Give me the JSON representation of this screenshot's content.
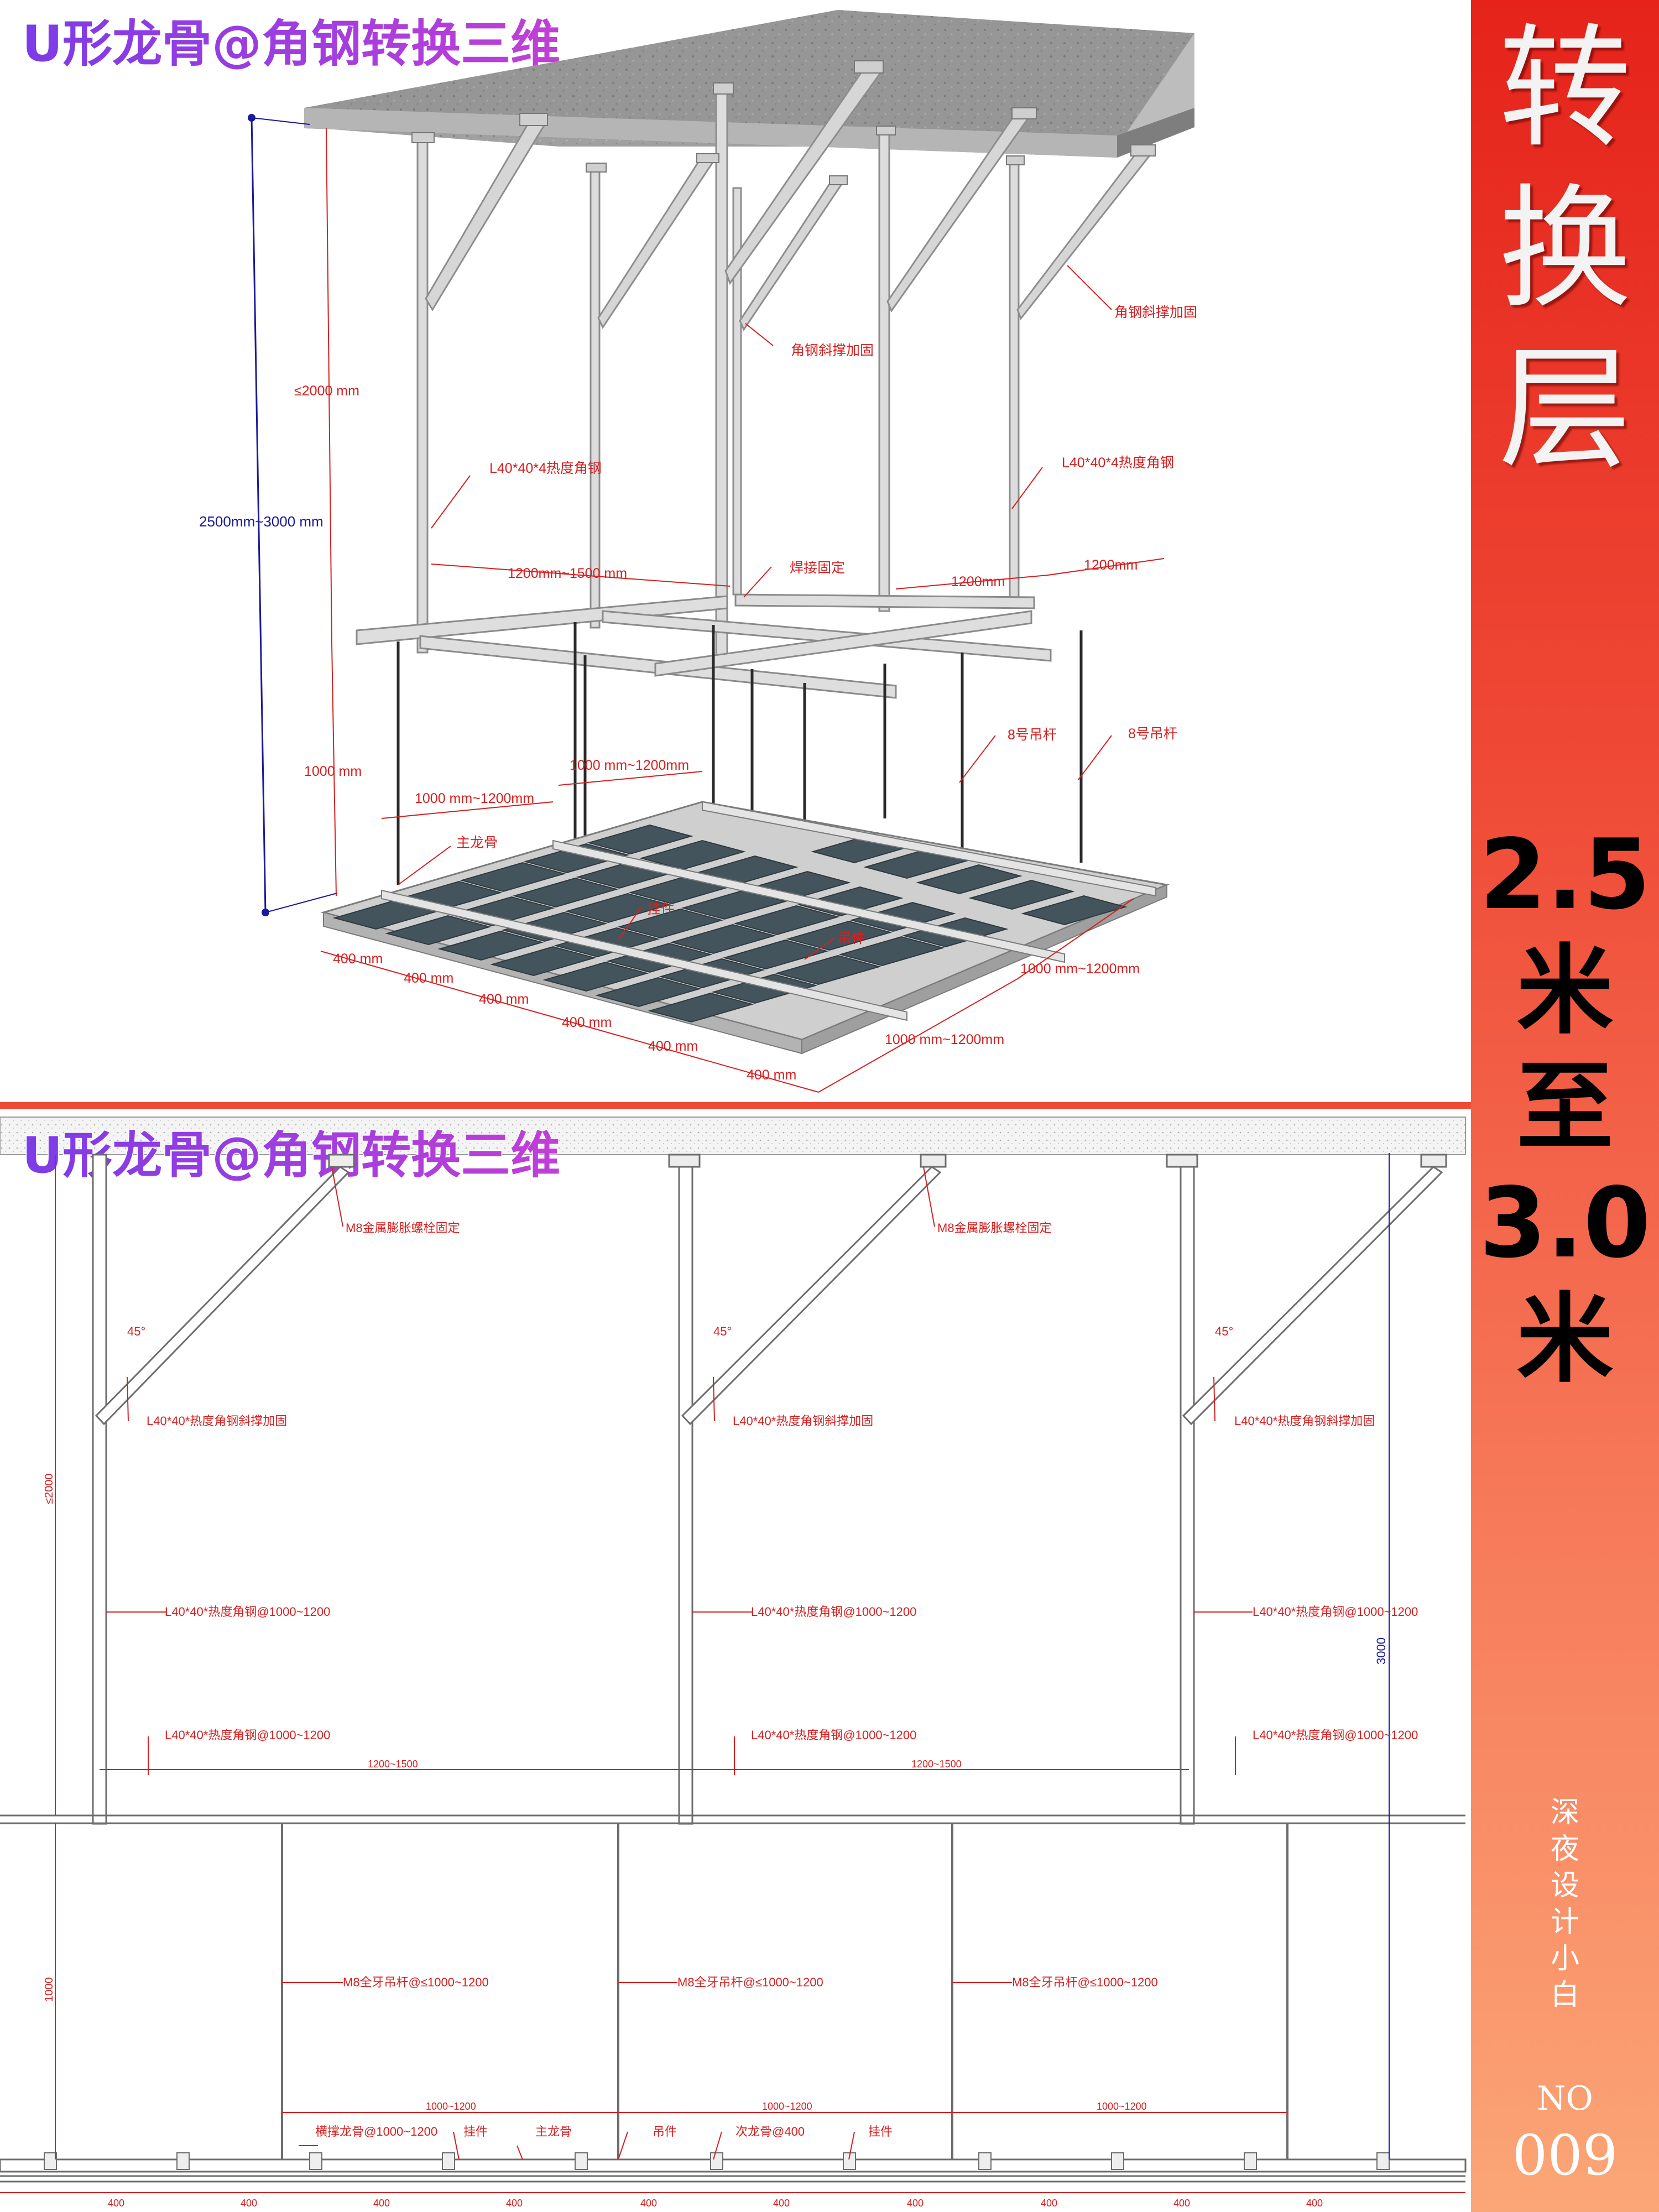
{
  "panel_top": {
    "title": "U形龙骨@角钢转换三维",
    "labels": {
      "total_height": "2500mm~3000 mm",
      "upper_height": "≤2000 mm",
      "lower_height": "1000 mm",
      "angle_brace_1": "角钢斜撑加固",
      "angle_brace_2": "角钢斜撑加固",
      "angle_steel_1": "L40*40*4热度角钢",
      "angle_steel_2": "L40*40*4热度角钢",
      "weld": "焊接固定",
      "span_1200_1500": "1200mm~1500 mm",
      "span_1200_a": "1200mm",
      "span_1200_b": "1200mm",
      "rod_1": "8号吊杆",
      "rod_2": "8号吊杆",
      "span_1000_1200_a": "1000 mm~1200mm",
      "span_1000_1200_b": "1000 mm~1200mm",
      "main_keel": "主龙骨",
      "hanger_clip": "挂件",
      "hanger": "吊件",
      "span_1000_1200_c": "1000 mm~1200mm",
      "span_1000_1200_d": "1000 mm~1200mm",
      "d400": [
        "400 mm",
        "400 mm",
        "400 mm",
        "400 mm",
        "400 mm",
        "400 mm"
      ]
    }
  },
  "panel_bottom": {
    "title": "U形龙骨@角钢转换三维",
    "bolt_labels": [
      "M8金属膨胀螺栓固定",
      "M8金属膨胀螺栓固定"
    ],
    "angle_45": [
      "45°",
      "45°",
      "45°"
    ],
    "brace_labels": [
      "L40*40*热度角钢斜撑加固",
      "L40*40*热度角钢斜撑加固",
      "L40*40*热度角钢斜撑加固"
    ],
    "angle_steel_labels_a": [
      "L40*40*热度角钢@1000~1200",
      "L40*40*热度角钢@1000~1200",
      "L40*40*热度角钢@1000~1200"
    ],
    "angle_steel_labels_b": [
      "L40*40*热度角钢@1000~1200",
      "L40*40*热度角钢@1000~1200",
      "L40*40*热度角钢@1000~1200"
    ],
    "span_1200_1500": [
      "1200~1500",
      "1200~1500"
    ],
    "rod_labels": [
      "M8全牙吊杆@≤1000~1200",
      "M8全牙吊杆@≤1000~1200",
      "M8全牙吊杆@≤1000~1200"
    ],
    "span_1000_1200": [
      "1000~1200",
      "1000~1200",
      "1000~1200"
    ],
    "dim_le2000": "≤2000",
    "dim_1000": "1000",
    "dim_3000": "3000",
    "bottom_labels": {
      "cross_keel": "横撑龙骨@1000~1200",
      "clip_1": "挂件",
      "main_keel": "主龙骨",
      "hanger": "吊件",
      "sub_keel": "次龙骨@400",
      "clip_2": "挂件"
    },
    "d400": [
      "400",
      "400",
      "400",
      "400",
      "400",
      "400",
      "400",
      "400",
      "400",
      "400"
    ]
  },
  "sidebar": {
    "title_chars": [
      "转",
      "换",
      "层"
    ],
    "height_lines": [
      "2.5",
      "米",
      "至",
      "3.0",
      "米"
    ],
    "author_chars": [
      "深",
      "夜",
      "设",
      "计",
      "小",
      "白"
    ],
    "no_label": "NO",
    "no_value": "009"
  },
  "colors": {
    "accent_red": "#e5231b",
    "dimension_red": "#d62020",
    "annotation_blue": "#1a1a9c",
    "title_purple": "#9b2fd6",
    "panel_glass": "#44545c"
  }
}
